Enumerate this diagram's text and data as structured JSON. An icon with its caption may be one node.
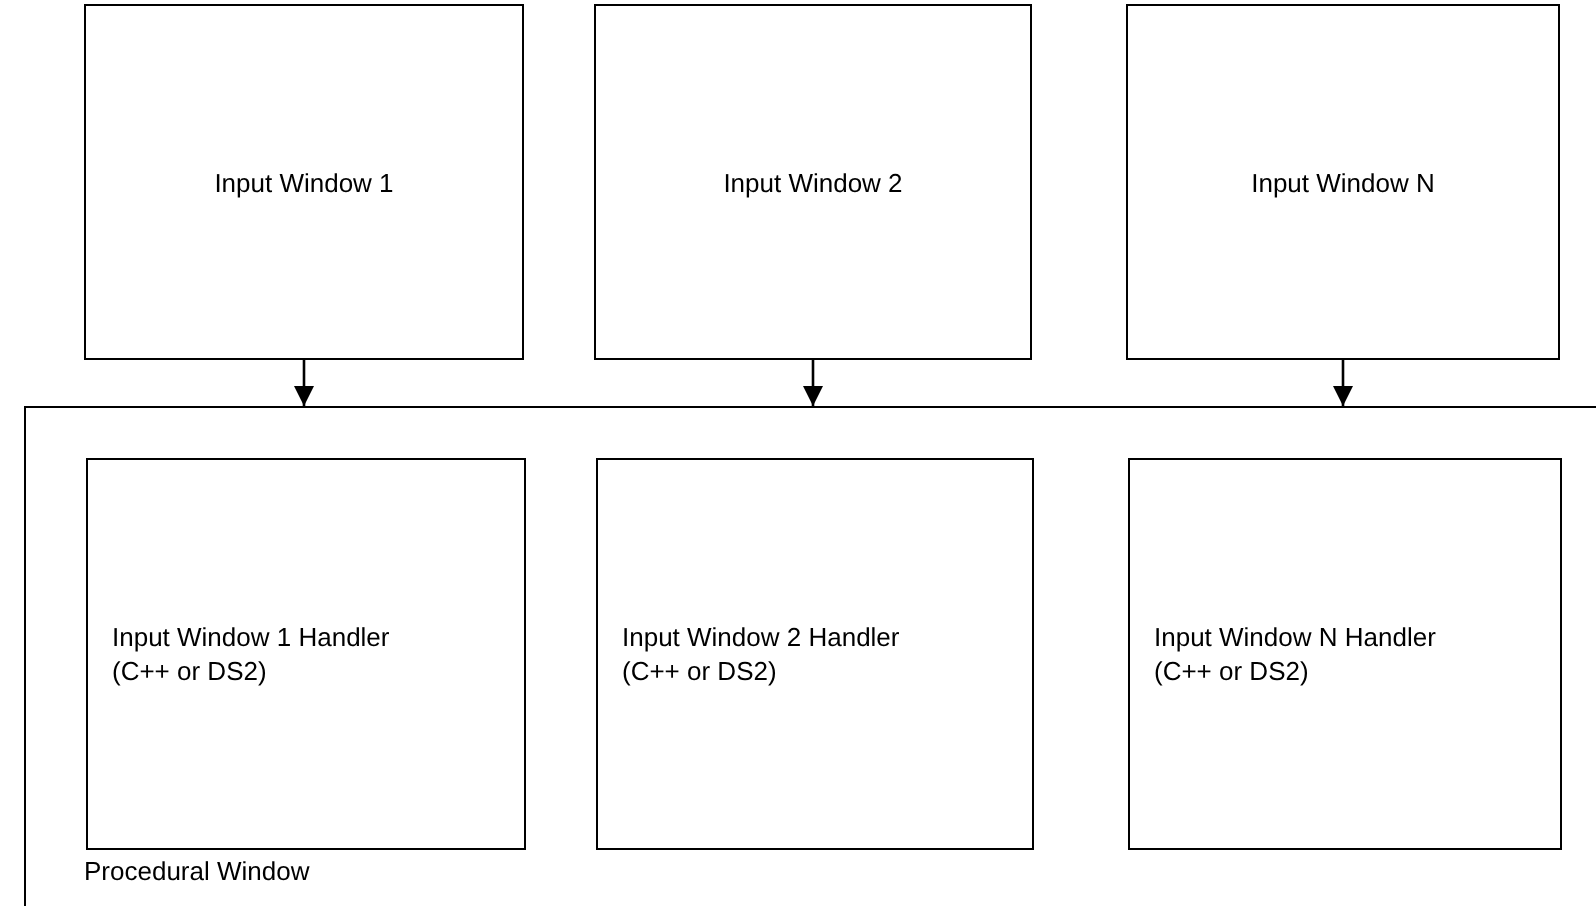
{
  "diagram": {
    "nodes": [
      {
        "text": [
          "Input Window 1"
        ]
      },
      {
        "text": [
          "Input Window 2"
        ]
      },
      {
        "text": [
          "Input Window N"
        ]
      },
      {
        "text": [
          "Procedural Window"
        ]
      },
      {
        "text": [
          "Input Window 1 Handler (C++ or DS2)"
        ],
        "in": 3
      },
      {
        "text": [
          "Input Window 2 Handler (C++ or DS2)"
        ],
        "in": 3
      },
      {
        "text": [
          "Input Window N Handler (C++ or DS2)"
        ],
        "in": 3
      }
    ],
    "edges": [
      {
        "from": 0,
        "to": 3,
        "arrow": "to"
      },
      {
        "from": 1,
        "to": 3,
        "arrow": "to"
      },
      {
        "from": 2,
        "to": 3,
        "arrow": "to"
      }
    ]
  }
}
